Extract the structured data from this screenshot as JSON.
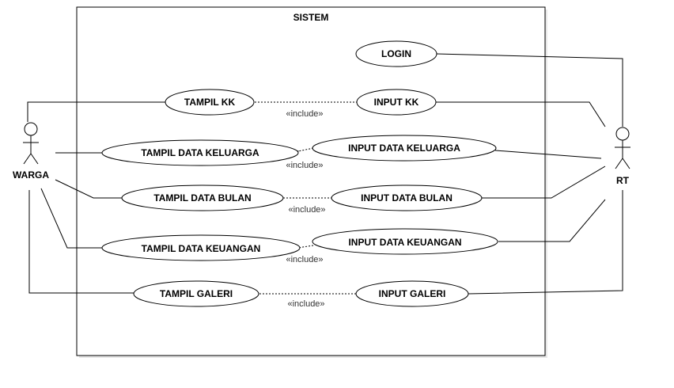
{
  "system_title": "SISTEM",
  "actors": {
    "warga": "WARGA",
    "rt": "RT"
  },
  "use_cases": {
    "login": "LOGIN",
    "tampil_kk": "TAMPIL KK",
    "input_kk": "INPUT KK",
    "tampil_keluarga": "TAMPIL DATA KELUARGA",
    "input_keluarga": "INPUT DATA KELUARGA",
    "tampil_bulan": "TAMPIL DATA BULAN",
    "input_bulan": "INPUT DATA BULAN",
    "tampil_keuangan": "TAMPIL DATA KEUANGAN",
    "input_keuangan": "INPUT DATA KEUANGAN",
    "tampil_galeri": "TAMPIL GALERI",
    "input_galeri": "INPUT GALERI"
  },
  "relationship_label": "«include»"
}
